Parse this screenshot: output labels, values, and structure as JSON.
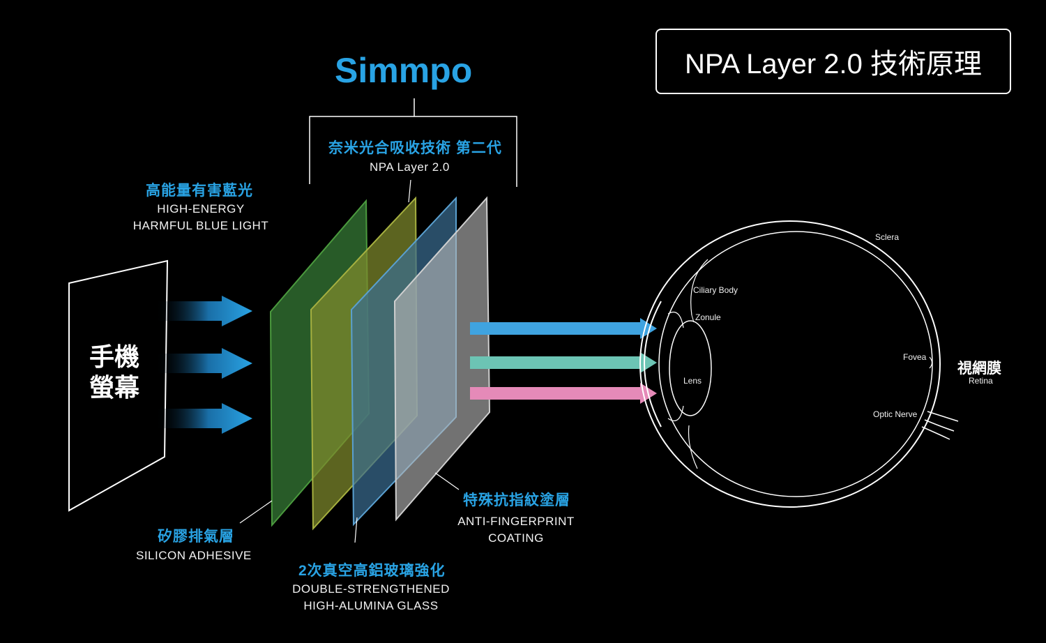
{
  "title": "NPA Layer 2.0 技術原理",
  "brand": {
    "logo_text": "Simmpo",
    "accent_color": "#29a3e4"
  },
  "screen": {
    "label_line1": "手機",
    "label_line2": "螢幕"
  },
  "labels": {
    "npa_cn": "奈米光合吸收技術 第二代",
    "npa_en": "NPA Layer 2.0",
    "blue_light_cn": "高能量有害藍光",
    "blue_light_en_line1": "HIGH-ENERGY",
    "blue_light_en_line2": "HARMFUL BLUE LIGHT",
    "adhesive_cn": "矽膠排氣層",
    "adhesive_en": "SILICON ADHESIVE",
    "glass_cn": "2次真空高鋁玻璃強化",
    "glass_en_line1": "DOUBLE-STRENGTHENED",
    "glass_en_line2": "HIGH-ALUMINA GLASS",
    "coating_cn": "特殊抗指紋塗層",
    "coating_en_line1": "ANTI-FINGERPRINT",
    "coating_en_line2": "COATING"
  },
  "eye": {
    "sclera": "Sclera",
    "ciliary_body": "Ciliary Body",
    "zonule": "Zonule",
    "lens": "Lens",
    "fovea": "Fovea",
    "optic_nerve": "Optic Nerve",
    "retina_cn": "視網膜",
    "retina_en": "Retina"
  },
  "colors": {
    "layer_green": "#2f6b2f",
    "layer_olive": "#7f8a2c",
    "layer_blue": "#3a6e93",
    "layer_grey": "#9a9a9a",
    "ray_blue": "#3fa3e0",
    "ray_teal": "#6cc4b4",
    "ray_pink": "#e58ab8"
  }
}
